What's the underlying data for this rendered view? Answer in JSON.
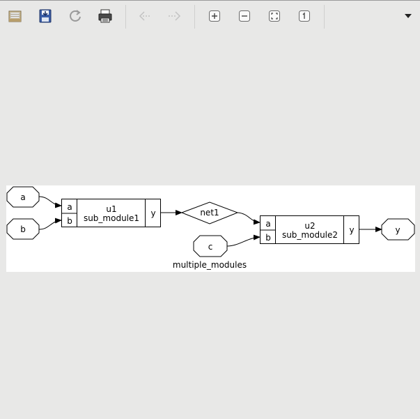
{
  "toolbar": {
    "buttons": [
      {
        "name": "open-icon",
        "enabled": true
      },
      {
        "name": "save-icon",
        "enabled": true
      },
      {
        "name": "reload-icon",
        "enabled": true
      },
      {
        "name": "print-icon",
        "enabled": true
      },
      {
        "name": "back-icon",
        "enabled": false
      },
      {
        "name": "forward-icon",
        "enabled": false
      },
      {
        "name": "zoom-in-icon",
        "enabled": true
      },
      {
        "name": "zoom-out-icon",
        "enabled": true
      },
      {
        "name": "zoom-fit-icon",
        "enabled": true
      },
      {
        "name": "zoom-100-icon",
        "enabled": true
      }
    ],
    "overflow_icon": "chevron-down-icon"
  },
  "diagram": {
    "title": "multiple_modules",
    "inputs": {
      "a": "a",
      "b": "b",
      "c": "c"
    },
    "output": "y",
    "net": "net1",
    "cell1": {
      "instance": "u1",
      "module": "sub_module1",
      "port_a": "a",
      "port_b": "b",
      "port_y": "y"
    },
    "cell2": {
      "instance": "u2",
      "module": "sub_module2",
      "port_a": "a",
      "port_b": "b",
      "port_y": "y"
    }
  },
  "colors": {
    "background": "#e8e8e7",
    "canvas": "#ffffff",
    "stroke": "#000000"
  }
}
